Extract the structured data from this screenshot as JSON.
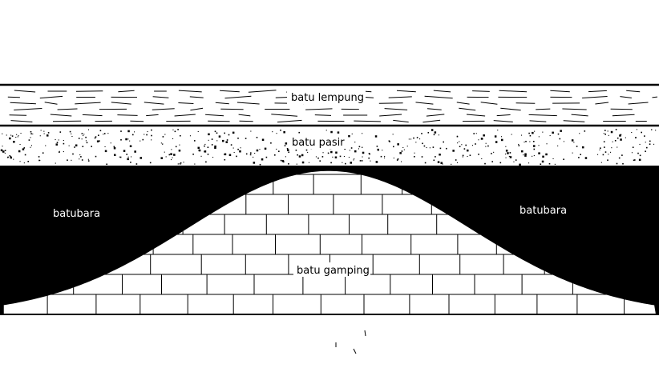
{
  "layers": {
    "clay": {
      "label": "batu lempung"
    },
    "sand": {
      "label": "batu pasir"
    },
    "coal_left": {
      "label": "batubara"
    },
    "coal_right": {
      "label": "batubara"
    },
    "limestone": {
      "label": "batu gamping"
    }
  },
  "colors": {
    "ink": "#000000",
    "paper": "#ffffff"
  }
}
